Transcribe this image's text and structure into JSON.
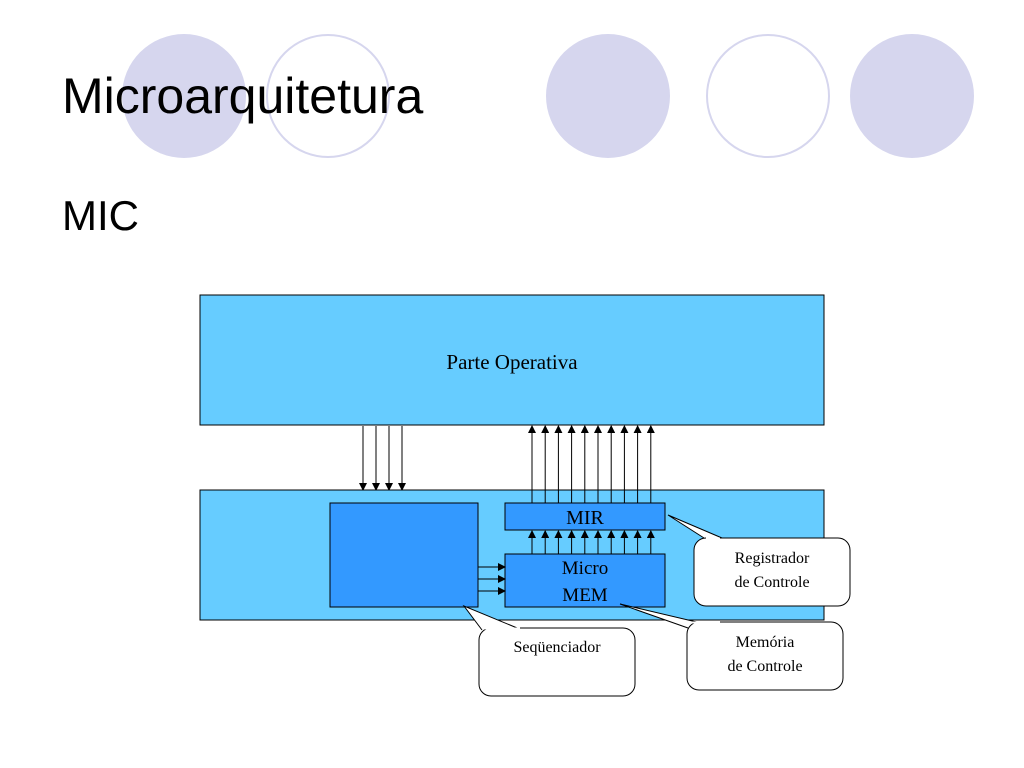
{
  "slide": {
    "title": "Microarquitetura",
    "subtitle": "MIC"
  },
  "diagram": {
    "top_block_label": "Parte Operativa",
    "mir_label": "MIR",
    "micro_mem_label_line1": "Micro",
    "micro_mem_label_line2": "MEM",
    "callouts": {
      "registrador_line1": "Registrador",
      "registrador_line2": "de Controle",
      "sequenciador": "Seqüenciador",
      "memoria_line1": "Memória",
      "memoria_line2": "de Controle"
    }
  },
  "colors": {
    "block_fill": "#66ccff",
    "inner_fill": "#3399ff",
    "decoration": "#d6d6ee"
  }
}
